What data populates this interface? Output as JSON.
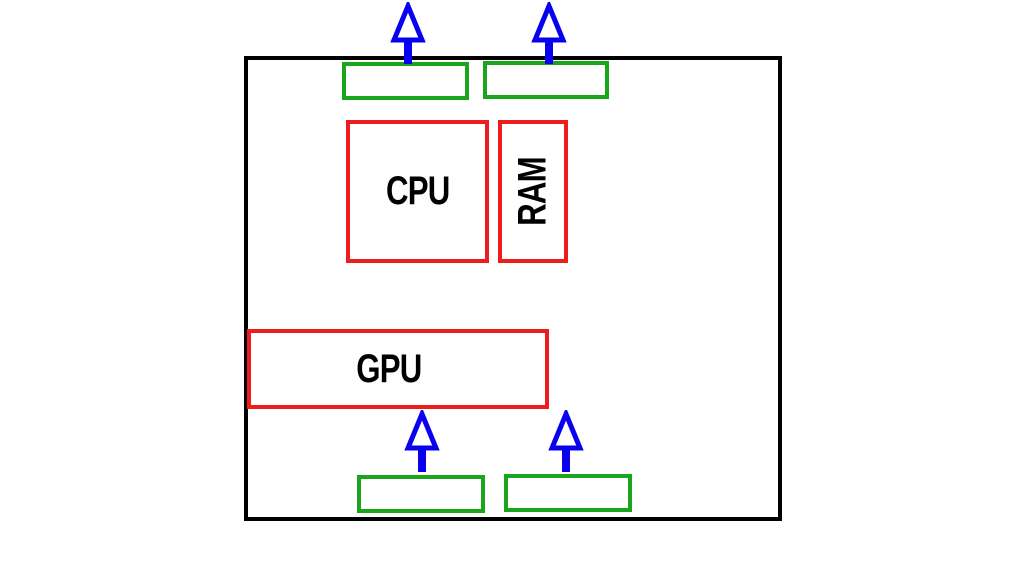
{
  "components": {
    "cpu": {
      "label": "CPU"
    },
    "ram": {
      "label": "RAM"
    },
    "gpu": {
      "label": "GPU"
    }
  },
  "fans": [
    {
      "position": "top-left",
      "airflow": "up"
    },
    {
      "position": "top-right",
      "airflow": "up"
    },
    {
      "position": "bottom-left",
      "airflow": "up"
    },
    {
      "position": "bottom-right",
      "airflow": "up"
    }
  ],
  "colors": {
    "chassis_border": "#000000",
    "component_border": "#ee1c1c",
    "fan_border": "#1aa51a",
    "airflow_arrow": "#0a00f0",
    "label_text": "#000000",
    "background": "#ffffff"
  }
}
